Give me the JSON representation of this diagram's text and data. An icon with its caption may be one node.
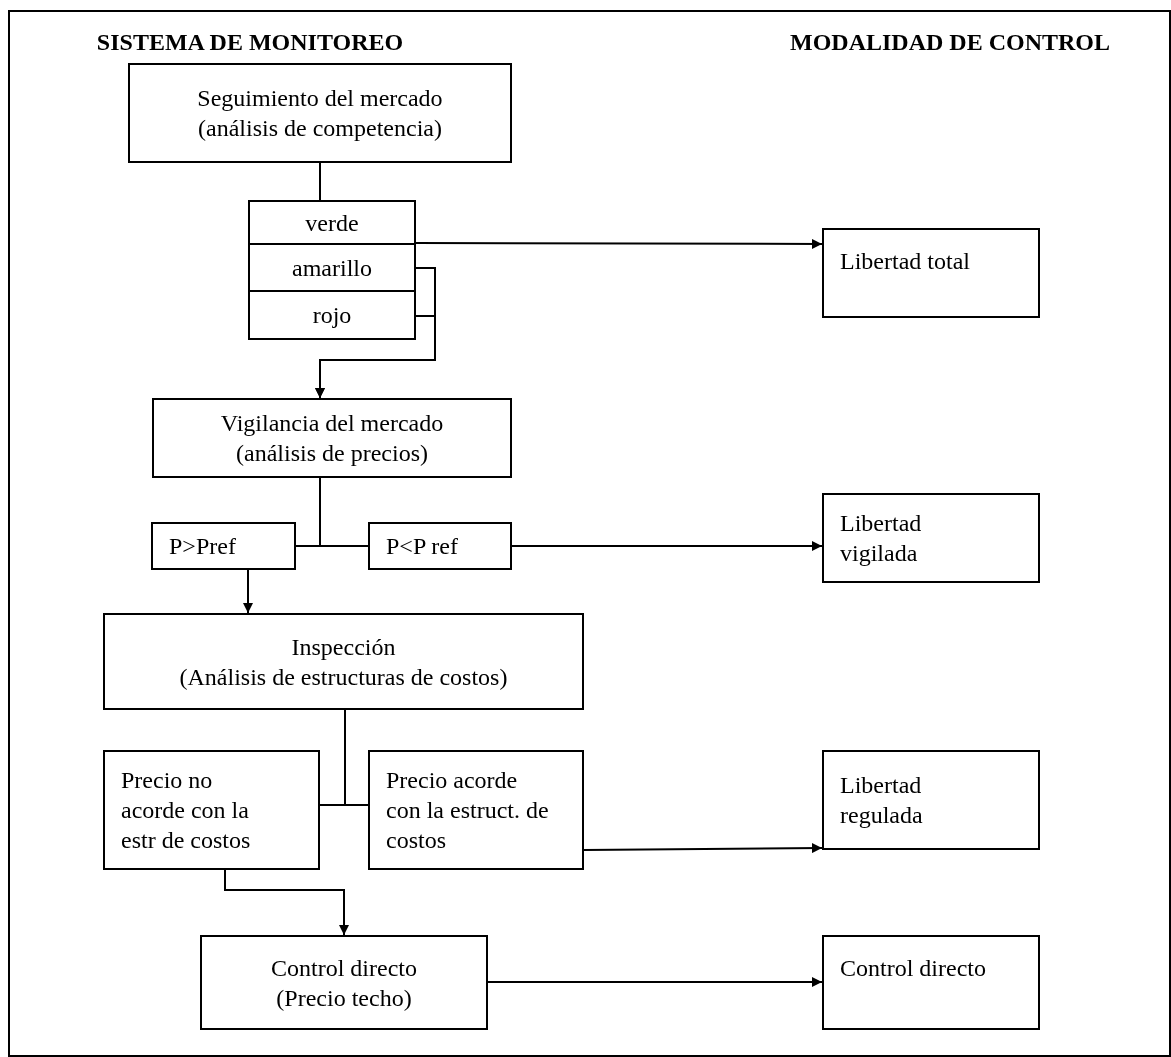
{
  "diagram": {
    "nodes": [
      {
        "text": [
          "Seguimiento del mercado",
          "(análisis de competencia)"
        ]
      },
      {
        "text": [
          "verde"
        ]
      },
      {
        "text": [
          "amarillo"
        ]
      },
      {
        "text": [
          "rojo"
        ]
      },
      {
        "text": [
          "Libertad total"
        ]
      },
      {
        "text": [
          "Vigilancia del mercado",
          "(análisis de precios)"
        ]
      },
      {
        "text": [
          "P>Pref"
        ]
      },
      {
        "text": [
          "P<P ref"
        ]
      },
      {
        "text": [
          "Libertad vigilada"
        ]
      },
      {
        "text": [
          "Inspección",
          "(Análisis de estructuras de costos)"
        ]
      },
      {
        "text": [
          "Precio no acorde con la estr de costos"
        ]
      },
      {
        "text": [
          "Precio acorde con la estruct. de costos"
        ]
      },
      {
        "text": [
          "Libertad regulada"
        ]
      },
      {
        "text": [
          "Control directo",
          "(Precio techo)"
        ]
      },
      {
        "text": [
          "Control directo"
        ]
      }
    ],
    "edges": [
      {
        "from": 0,
        "to": 1,
        "arrow": "none"
      },
      {
        "from": 1,
        "to": 4,
        "arrow": "to"
      },
      {
        "from": 2,
        "to": 5,
        "arrow": "to"
      },
      {
        "from": 3,
        "to": 5,
        "arrow": "to"
      },
      {
        "from": 5,
        "to": 6,
        "arrow": "none"
      },
      {
        "from": 5,
        "to": 7,
        "arrow": "none"
      },
      {
        "from": 7,
        "to": 8,
        "arrow": "to"
      },
      {
        "from": 6,
        "to": 9,
        "arrow": "to"
      },
      {
        "from": 9,
        "to": 10,
        "arrow": "none"
      },
      {
        "from": 9,
        "to": 11,
        "arrow": "none"
      },
      {
        "from": 11,
        "to": 12,
        "arrow": "to"
      },
      {
        "from": 10,
        "to": 13,
        "arrow": "to"
      },
      {
        "from": 13,
        "to": 14,
        "arrow": "to"
      }
    ],
    "labels": [
      "SISTEMA DE MONITOREO",
      "MODALIDAD DE CONTROL"
    ]
  }
}
